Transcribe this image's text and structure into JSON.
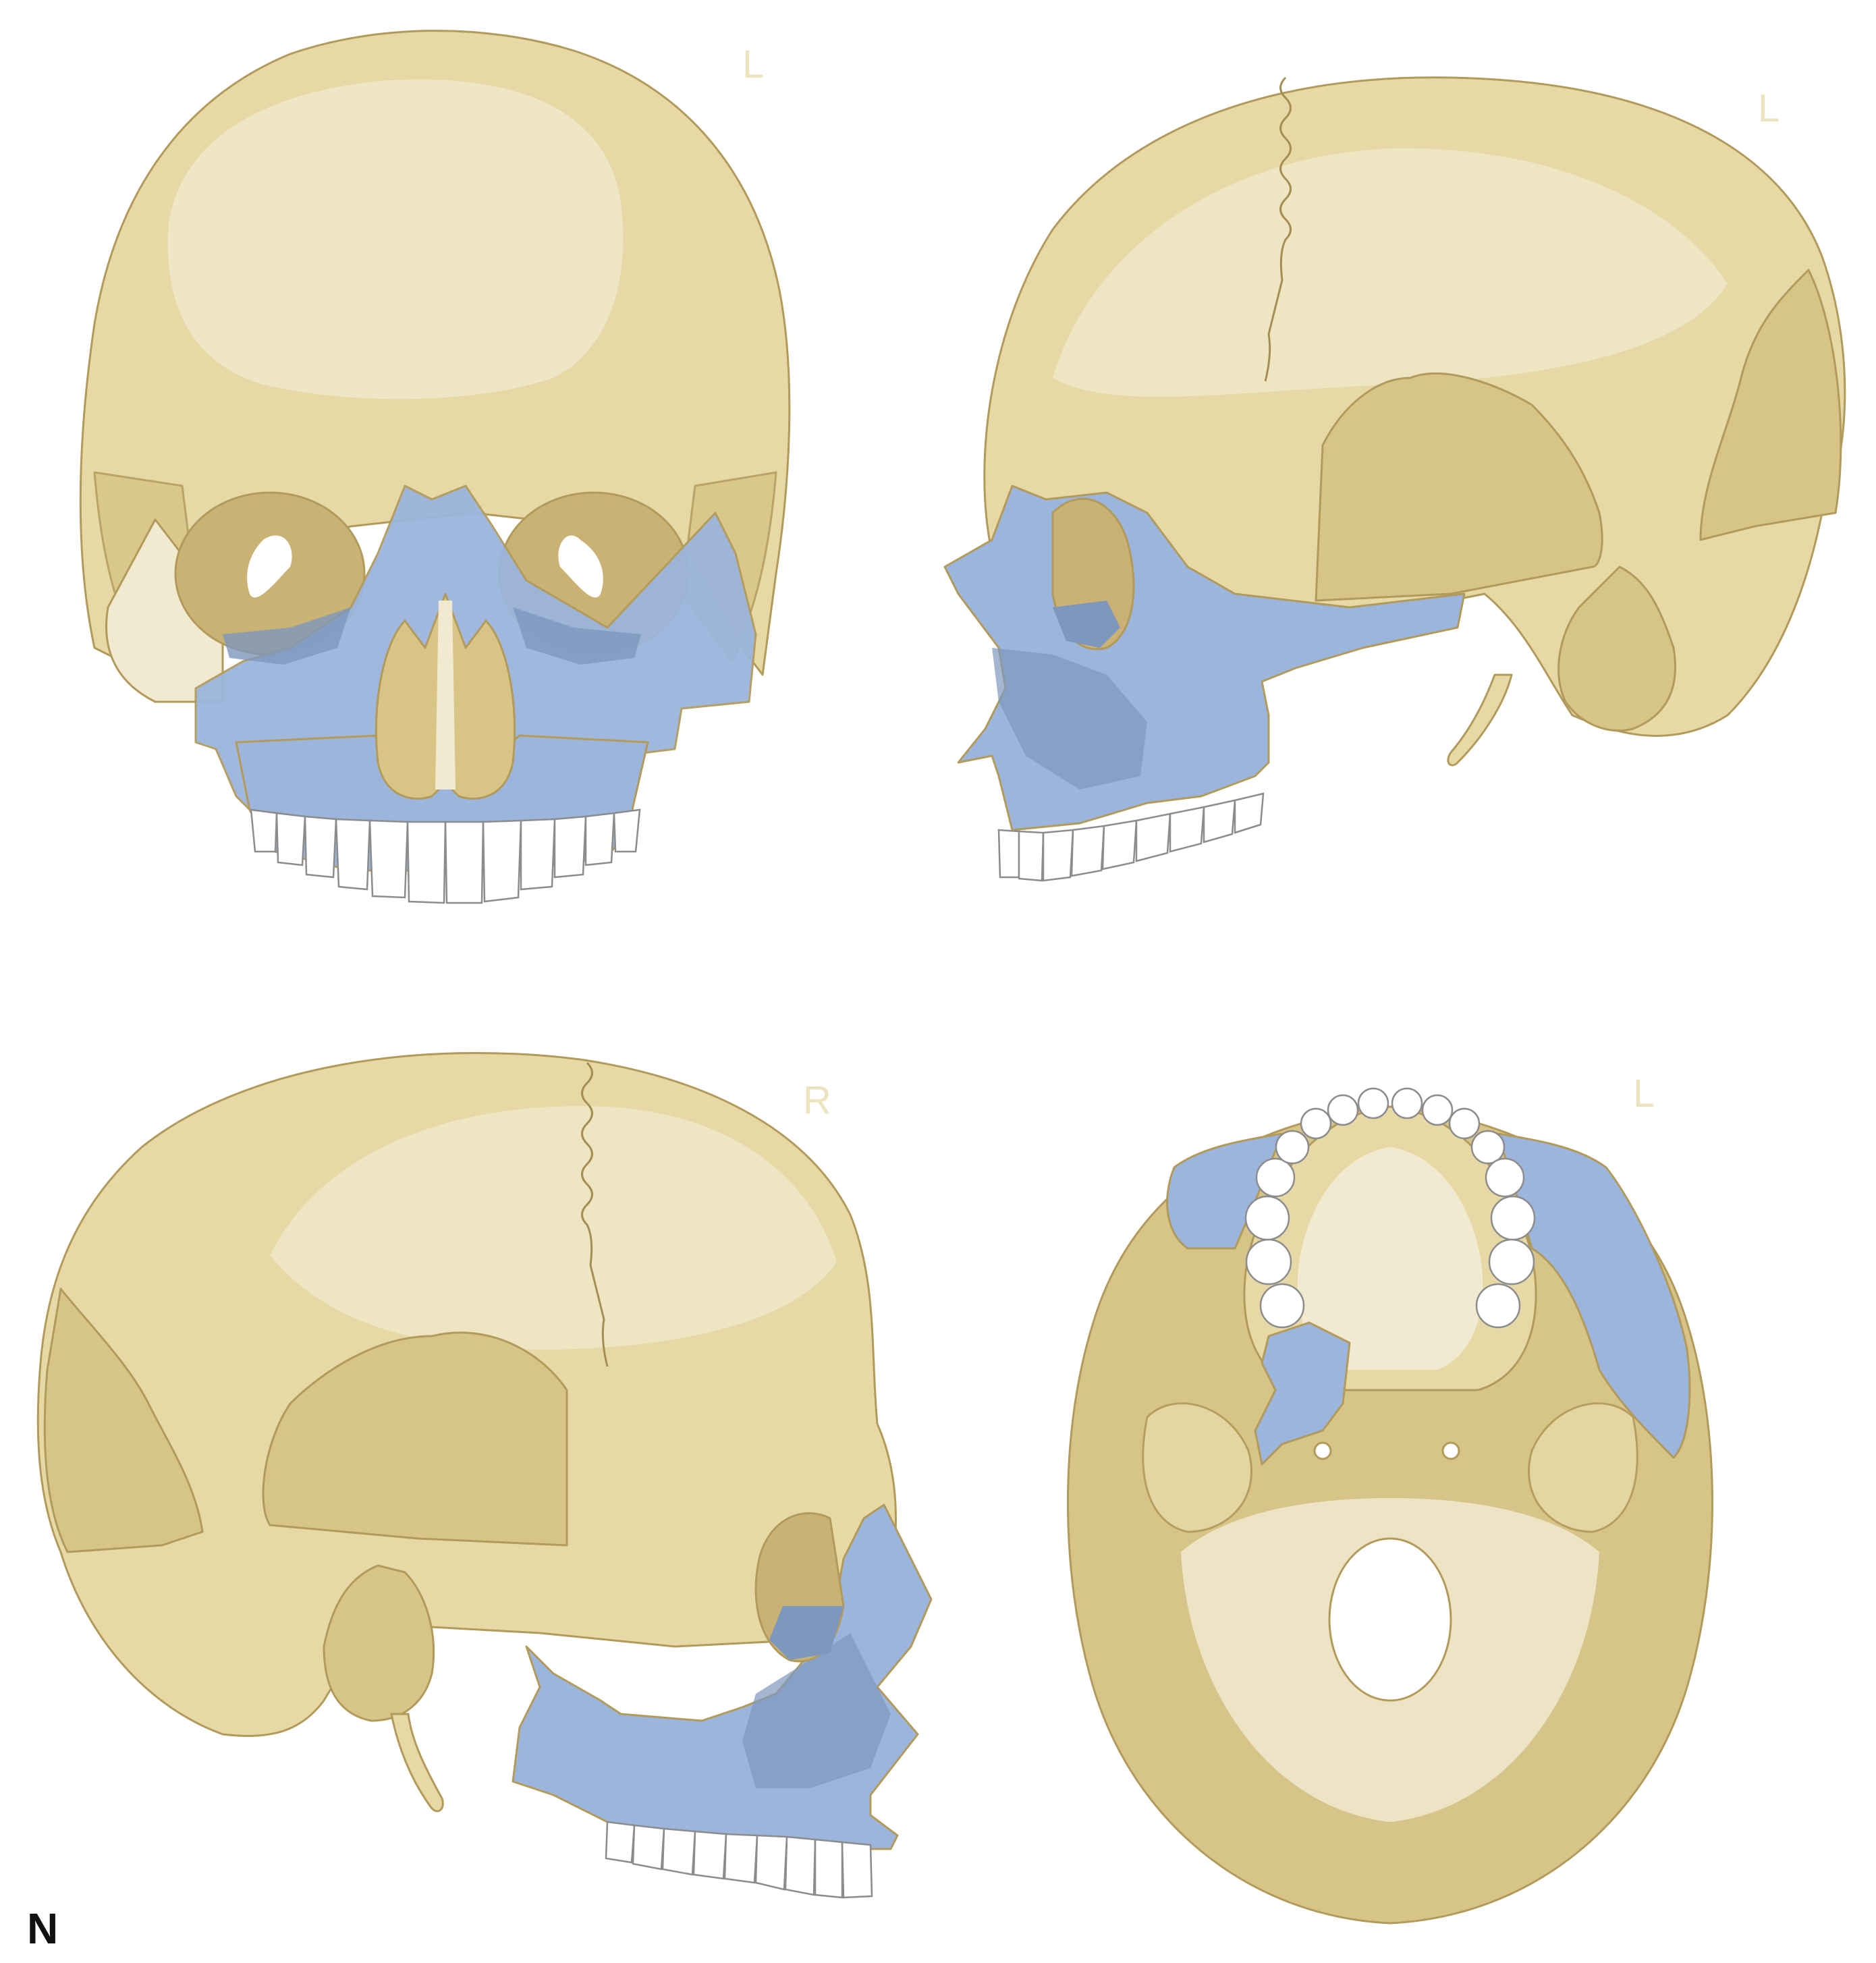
{
  "views": {
    "anterior": {
      "side_label": "L"
    },
    "left_lateral": {
      "side_label": "L"
    },
    "right_lateral": {
      "side_label": "R"
    },
    "inferior": {
      "side_label": "L"
    }
  },
  "panel_letter": "N",
  "colors": {
    "cranium_bone": "#e6d9a5",
    "cranium_light": "#f1ead0",
    "bone_shadow": "#d7c488",
    "highlighted_facial_bones": "#9bb5dc",
    "highlight_shadow": "#7e97bd",
    "outline": "#b29a5a",
    "teeth": "#ffffff",
    "side_label": "#ece3bf",
    "foramen": "#ffffff"
  }
}
